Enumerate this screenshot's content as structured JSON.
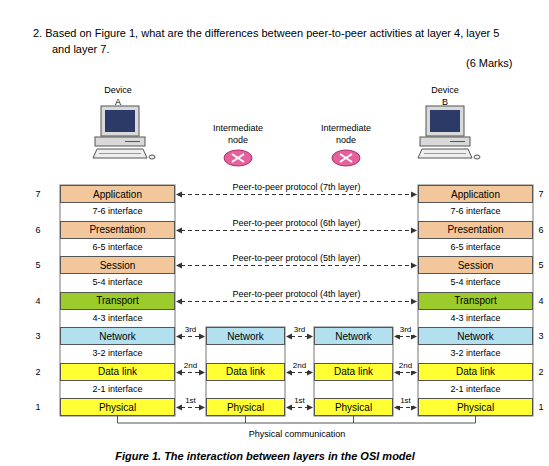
{
  "diagram": {
    "caption": "Figure 1. The interaction between layers in the OSI model",
    "nodes": [
      {
        "text": [
          "Application"
        ]
      },
      {
        "text": [
          "Application"
        ]
      },
      {
        "text": [
          "Presentation"
        ]
      },
      {
        "text": [
          "Presentation"
        ]
      },
      {
        "text": [
          "Session"
        ]
      },
      {
        "text": [
          "Session"
        ]
      },
      {
        "text": [
          "Transport"
        ]
      },
      {
        "text": [
          "Transport"
        ]
      },
      {
        "text": [
          "Network"
        ]
      },
      {
        "text": [
          "Network"
        ]
      },
      {
        "text": [
          "Network"
        ]
      },
      {
        "text": [
          "Network"
        ]
      },
      {
        "text": [
          "Data link"
        ]
      },
      {
        "text": [
          "Data link"
        ]
      },
      {
        "text": [
          "Data link"
        ]
      },
      {
        "text": [
          "Data link"
        ]
      },
      {
        "text": [
          "Physical"
        ]
      },
      {
        "text": [
          "Physical"
        ]
      },
      {
        "text": [
          "Physical"
        ]
      },
      {
        "text": [
          "Physical"
        ]
      }
    ],
    "edges": [
      {
        "from": 0,
        "to": 1,
        "arrow": "both",
        "label": "Peer-to-peer protocol (7th layer)"
      },
      {
        "from": 2,
        "to": 3,
        "arrow": "both",
        "label": "Peer-to-peer protocol (6th layer)"
      },
      {
        "from": 4,
        "to": 5,
        "arrow": "both",
        "label": "Peer-to-peer protocol (5th layer)"
      },
      {
        "from": 6,
        "to": 7,
        "arrow": "both",
        "label": "Peer-to-peer protocol (4th layer)"
      },
      {
        "from": 8,
        "to": 9,
        "arrow": "both",
        "label": "3rd"
      },
      {
        "from": 9,
        "to": 10,
        "arrow": "both",
        "label": "3rd"
      },
      {
        "from": 10,
        "to": 11,
        "arrow": "both",
        "label": "3rd"
      },
      {
        "from": 12,
        "to": 13,
        "arrow": "both",
        "label": "2nd"
      },
      {
        "from": 13,
        "to": 14,
        "arrow": "both",
        "label": "2nd"
      },
      {
        "from": 14,
        "to": 15,
        "arrow": "both",
        "label": "2nd"
      },
      {
        "from": 16,
        "to": 17,
        "arrow": "both",
        "label": "1st"
      },
      {
        "from": 17,
        "to": 18,
        "arrow": "both",
        "label": "1st"
      },
      {
        "from": 18,
        "to": 19,
        "arrow": "both",
        "label": "1st"
      }
    ],
    "labels": [
      "2. Based on Figure 1, what are the differences between peer-to-peer activities at layer 4, layer 5 and layer 7.",
      "(6 Marks)",
      "Device A",
      "Device B",
      "Intermediate node",
      "Intermediate node",
      "7",
      "6",
      "5",
      "4",
      "3",
      "2",
      "1",
      "7",
      "6",
      "5",
      "4",
      "3",
      "2",
      "1",
      "7-6 interface",
      "6-5 interface",
      "5-4 interface",
      "4-3 interface",
      "3-2 interface",
      "2-1 interface",
      "7-6 interface",
      "6-5 interface",
      "5-4 interface",
      "4-3 interface",
      "3-2 interface",
      "2-1 interface",
      "Physical communication"
    ]
  }
}
